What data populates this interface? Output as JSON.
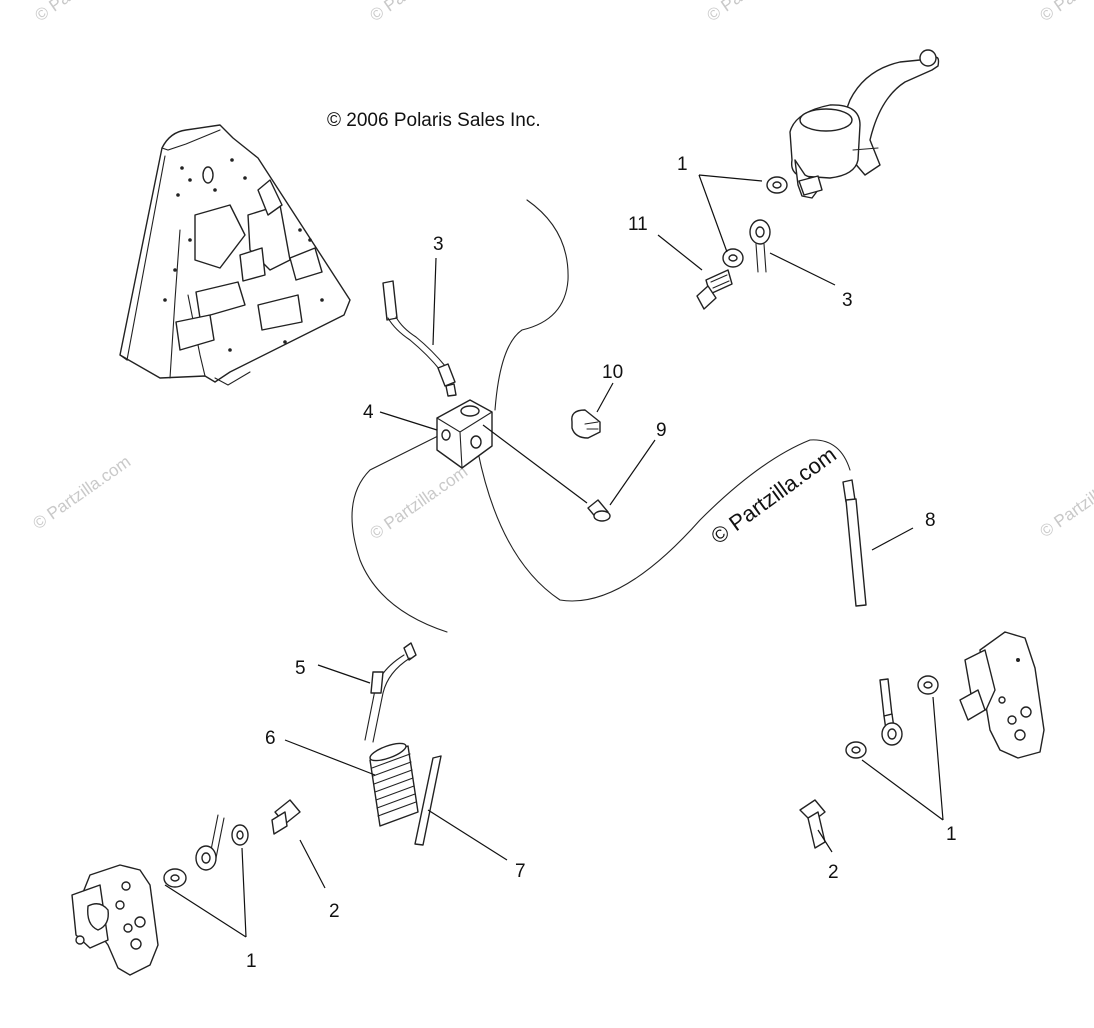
{
  "copyright": "© 2006 Polaris Sales Inc.",
  "watermark_main": "© Partzilla.com",
  "watermark_faint": "© Partzilla.com",
  "callouts": {
    "c1_top": "1",
    "c11": "11",
    "c3_right": "3",
    "c3_left": "3",
    "c10": "10",
    "c4": "4",
    "c9": "9",
    "c8": "8",
    "c5": "5",
    "c6": "6",
    "c7": "7",
    "c2_left": "2",
    "c1_left": "1",
    "c1_right": "1",
    "c2_right": "2"
  }
}
